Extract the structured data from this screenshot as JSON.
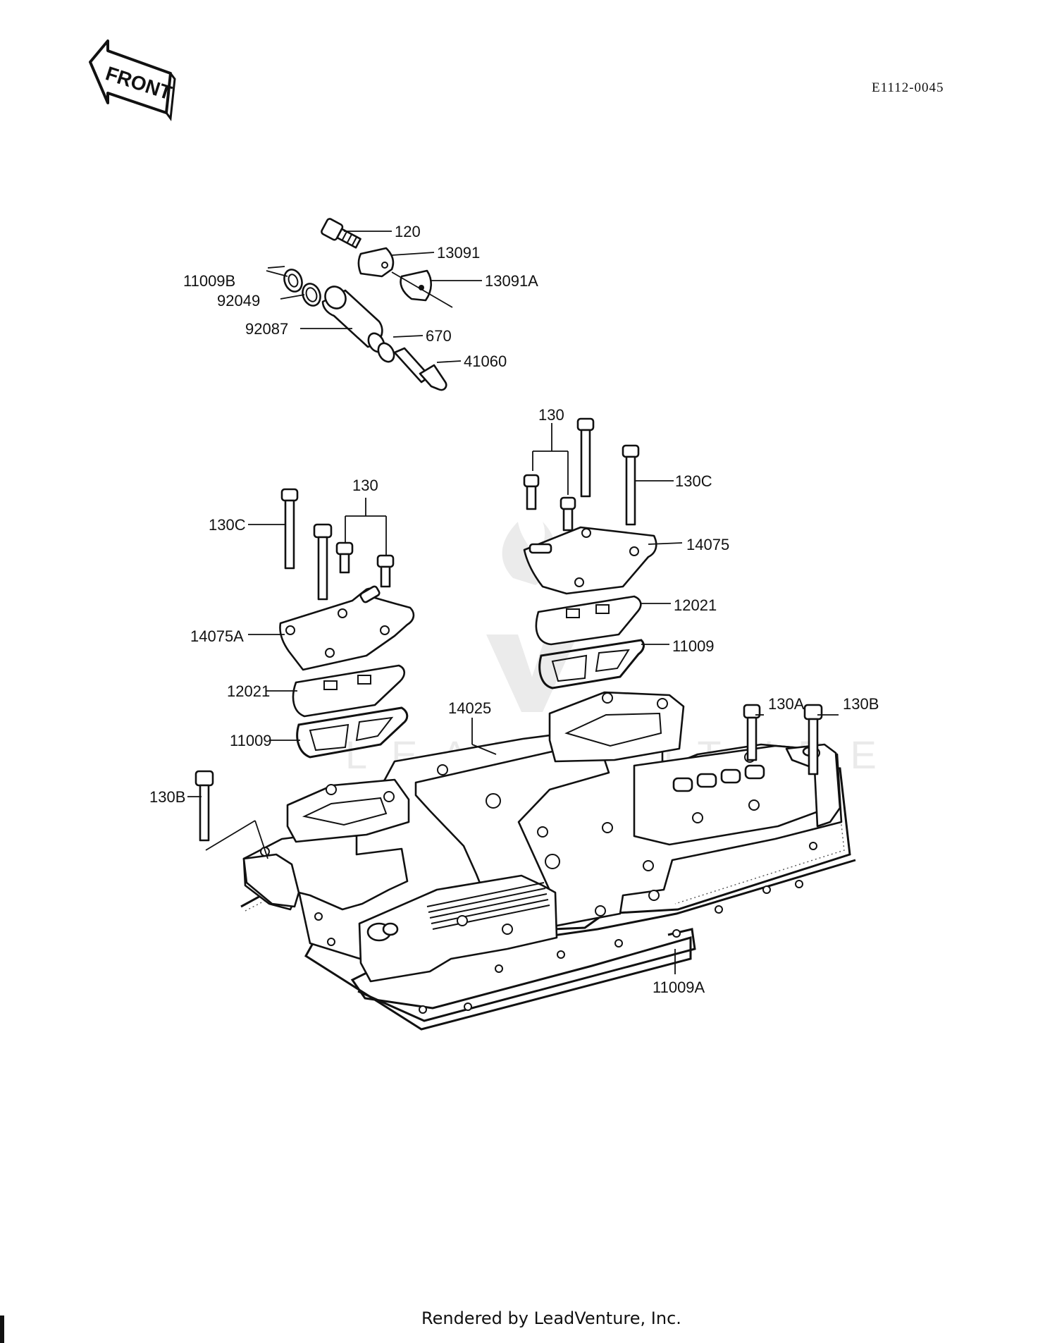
{
  "header": {
    "front_label": "FRONT",
    "diagram_code": "E1112-0045"
  },
  "watermark": {
    "text": "LEADVENTURE"
  },
  "callouts": {
    "p120": "120",
    "p13091": "13091",
    "p13091A": "13091A",
    "p11009B": "11009B",
    "p92049": "92049",
    "p92087": "92087",
    "p670": "670",
    "p41060": "41060",
    "p130_right": "130",
    "p130C_right": "130C",
    "p14075": "14075",
    "p12021_right": "12021",
    "p11009_right": "11009",
    "p130_left": "130",
    "p130C_left": "130C",
    "p14075A": "14075A",
    "p12021_left": "12021",
    "p11009_left": "11009",
    "p14025": "14025",
    "p130A": "130A",
    "p130B_right": "130B",
    "p130B_left": "130B",
    "p11009A": "11009A"
  },
  "footer": {
    "text": "Rendered by LeadVenture, Inc."
  }
}
